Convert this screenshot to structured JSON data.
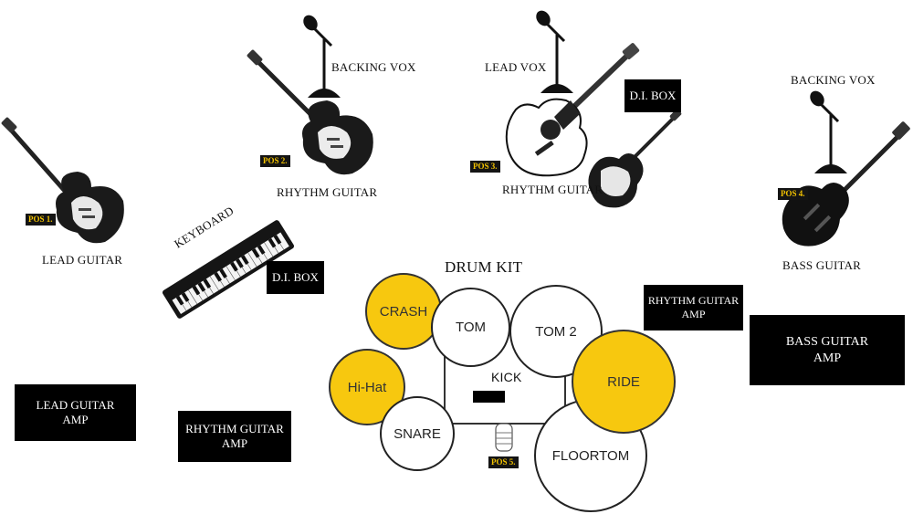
{
  "stage": {
    "positions": [
      "POS 1.",
      "POS 2.",
      "POS 3.",
      "POS 4.",
      "POS 5."
    ],
    "instruments": {
      "lead_guitar": "LEAD GUITAR",
      "rhythm_guitar_left": "RHYTHM GUITAR",
      "rhythm_guitar_center": "RHYTHM GUITAR",
      "bass_guitar": "BASS GUITAR",
      "keyboard": "KEYBOARD"
    },
    "vocals": {
      "backing_left": "BACKING VOX",
      "lead": "LEAD VOX",
      "backing_right": "BACKING VOX"
    },
    "di_boxes": [
      "D.I. BOX",
      "D.I. BOX"
    ],
    "amps": {
      "lead_guitar_amp": [
        "LEAD GUITAR",
        "AMP"
      ],
      "rhythm_guitar_amp_left": [
        "RHYTHM GUITAR",
        "AMP"
      ],
      "rhythm_guitar_amp_right": [
        "RHYTHM GUITAR",
        "AMP"
      ],
      "bass_guitar_amp": [
        "BASS GUITAR",
        "AMP"
      ]
    },
    "drum_kit": {
      "title": "DRUM KIT",
      "pieces": {
        "crash": "CRASH",
        "tom": "TOM",
        "tom2": "TOM 2",
        "hihat": "Hi-Hat",
        "kick": "KICK",
        "ride": "RIDE",
        "snare": "SNARE",
        "floortom": "FLOORTOM"
      }
    },
    "colors": {
      "cymbal": "#f7c80f",
      "box": "#000000",
      "pos_badge_text": "#f2c200"
    }
  }
}
